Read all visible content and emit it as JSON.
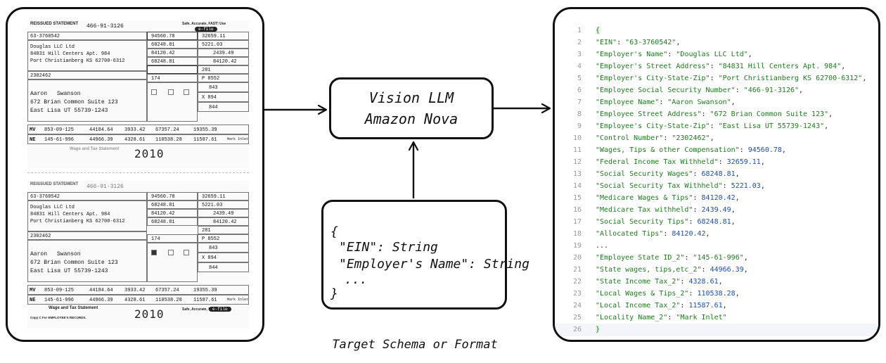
{
  "diagram": {
    "llm_box": {
      "line1": "Vision LLM",
      "line2": "Amazon Nova"
    },
    "schema_box": {
      "open": "{",
      "line1": "\"EIN\": String",
      "line2": "\"Employer's Name\": String",
      "line3": "...",
      "close": "}"
    },
    "caption": "Target Schema or Format"
  },
  "form": {
    "header_title": "REISSUED STATEMENT",
    "ssn": "466-91-3126",
    "ein": "63-3760542",
    "employer_name": "Douglas LLC Ltd",
    "employer_street": "84831 Hill Centers Apt. 984",
    "employer_city": "Port Christianberg KS 62700-6312",
    "control_number": "2302462",
    "employee_first": "Aaron",
    "employee_last": "Swanson",
    "employee_street": "672 Brian Common Suite 123",
    "employee_city": "East Lisa UT   55739-1243",
    "wages": "94560.78",
    "fed_tax": "32659.11",
    "ss_wages": "68248.81",
    "ss_tax": "5221.03",
    "medicare_wages": "84120.42",
    "medicare_tax": "2439.49",
    "ss_tips": "68248.81",
    "alloc_tips": "84120.42",
    "box9": "174",
    "box11": "281",
    "box12a": "P   8552",
    "box12b": "843",
    "box12c": "X   894",
    "box12d": "844",
    "state1": "MV",
    "state1_id": "853-09-125",
    "state1_wages": "44184.64",
    "state1_tax": "3933.42",
    "local1_wages": "67357.24",
    "local1_tax": "19355.39",
    "state2": "NE",
    "state2_id": "145-61-996",
    "state2_wages": "44966.39",
    "state2_tax": "4328.61",
    "local2_wages": "110538.28",
    "local2_tax": "11587.61",
    "locality": "Mark Inlet",
    "year": "2010",
    "form_name": "Wage and Tax Statement",
    "copy_note": "Copy C For EMPLOYEE'S RECORDS.",
    "safe": "Safe, Accurate, FAST! Use",
    "efile": "e-file"
  },
  "code": {
    "lines": [
      {
        "n": "1",
        "parts": [
          {
            "t": "{",
            "c": "br"
          }
        ]
      },
      {
        "n": "2",
        "parts": [
          {
            "t": "  \"EIN\"",
            "c": "k"
          },
          {
            "t": ": ",
            "c": "p"
          },
          {
            "t": "\"63-3760542\"",
            "c": "s"
          },
          {
            "t": ",",
            "c": "p"
          }
        ]
      },
      {
        "n": "3",
        "parts": [
          {
            "t": "  \"Employer's Name\"",
            "c": "k"
          },
          {
            "t": ": ",
            "c": "p"
          },
          {
            "t": "\"Douglas LLC Ltd\"",
            "c": "s"
          },
          {
            "t": ",",
            "c": "p"
          }
        ]
      },
      {
        "n": "4",
        "parts": [
          {
            "t": "  \"Employer's Street Address\"",
            "c": "k"
          },
          {
            "t": ": ",
            "c": "p"
          },
          {
            "t": "\"84831 Hill Centers Apt. 984\"",
            "c": "s"
          },
          {
            "t": ",",
            "c": "p"
          }
        ]
      },
      {
        "n": "5",
        "parts": [
          {
            "t": "  \"Employer's City-State-Zip\"",
            "c": "k"
          },
          {
            "t": ": ",
            "c": "p"
          },
          {
            "t": "\"Port Christianberg KS 62700-6312\"",
            "c": "s"
          },
          {
            "t": ",",
            "c": "p"
          }
        ]
      },
      {
        "n": "6",
        "parts": [
          {
            "t": "  \"Employee Social Security Number\"",
            "c": "k"
          },
          {
            "t": ": ",
            "c": "p"
          },
          {
            "t": "\"466-91-3126\"",
            "c": "s"
          },
          {
            "t": ",",
            "c": "p"
          }
        ]
      },
      {
        "n": "7",
        "parts": [
          {
            "t": "  \"Employee Name\"",
            "c": "k"
          },
          {
            "t": ": ",
            "c": "p"
          },
          {
            "t": "\"Aaron Swanson\"",
            "c": "s"
          },
          {
            "t": ",",
            "c": "p"
          }
        ]
      },
      {
        "n": "8",
        "parts": [
          {
            "t": "  \"Employee Street Address\"",
            "c": "k"
          },
          {
            "t": ": ",
            "c": "p"
          },
          {
            "t": "\"672 Brian Common Suite 123\"",
            "c": "s"
          },
          {
            "t": ",",
            "c": "p"
          }
        ]
      },
      {
        "n": "9",
        "parts": [
          {
            "t": "  \"Employee's City-State-Zip\"",
            "c": "k"
          },
          {
            "t": ": ",
            "c": "p"
          },
          {
            "t": "\"East Lisa UT 55739-1243\"",
            "c": "s"
          },
          {
            "t": ",",
            "c": "p"
          }
        ]
      },
      {
        "n": "10",
        "parts": [
          {
            "t": "  \"Control Number\"",
            "c": "k"
          },
          {
            "t": ": ",
            "c": "p"
          },
          {
            "t": "\"2302462\"",
            "c": "s"
          },
          {
            "t": ",",
            "c": "p"
          }
        ]
      },
      {
        "n": "11",
        "parts": [
          {
            "t": "  \"Wages, Tips & other Compensation\"",
            "c": "k"
          },
          {
            "t": ": ",
            "c": "p"
          },
          {
            "t": "94560.78",
            "c": "n"
          },
          {
            "t": ",",
            "c": "p"
          }
        ]
      },
      {
        "n": "12",
        "parts": [
          {
            "t": "  \"Federal Income Tax Withheld\"",
            "c": "k"
          },
          {
            "t": ": ",
            "c": "p"
          },
          {
            "t": "32659.11",
            "c": "n"
          },
          {
            "t": ",",
            "c": "p"
          }
        ]
      },
      {
        "n": "13",
        "parts": [
          {
            "t": "  \"Social Security Wages\"",
            "c": "k"
          },
          {
            "t": ": ",
            "c": "p"
          },
          {
            "t": "68248.81",
            "c": "n"
          },
          {
            "t": ",",
            "c": "p"
          }
        ]
      },
      {
        "n": "14",
        "parts": [
          {
            "t": "  \"Social Security Tax Withheld\"",
            "c": "k"
          },
          {
            "t": ": ",
            "c": "p"
          },
          {
            "t": "5221.03",
            "c": "n"
          },
          {
            "t": ",",
            "c": "p"
          }
        ]
      },
      {
        "n": "15",
        "parts": [
          {
            "t": "  \"Medicare Wages & Tips\"",
            "c": "k"
          },
          {
            "t": ": ",
            "c": "p"
          },
          {
            "t": "84120.42",
            "c": "n"
          },
          {
            "t": ",",
            "c": "p"
          }
        ]
      },
      {
        "n": "16",
        "parts": [
          {
            "t": "  \"Medicare Tax withheld\"",
            "c": "k"
          },
          {
            "t": ": ",
            "c": "p"
          },
          {
            "t": "2439.49",
            "c": "n"
          },
          {
            "t": ",",
            "c": "p"
          }
        ]
      },
      {
        "n": "17",
        "parts": [
          {
            "t": "  \"Social Security Tips\"",
            "c": "k"
          },
          {
            "t": ": ",
            "c": "p"
          },
          {
            "t": "68248.81",
            "c": "n"
          },
          {
            "t": ",",
            "c": "p"
          }
        ]
      },
      {
        "n": "18",
        "parts": [
          {
            "t": "  \"Allocated Tips\"",
            "c": "k"
          },
          {
            "t": ": ",
            "c": "p"
          },
          {
            "t": "84120.42",
            "c": "n"
          },
          {
            "t": ",",
            "c": "p"
          }
        ]
      },
      {
        "n": "19",
        "parts": [
          {
            "t": "  ...",
            "c": "p"
          }
        ]
      },
      {
        "n": "20",
        "parts": [
          {
            "t": "  \"Employee State ID_2\"",
            "c": "k"
          },
          {
            "t": ": ",
            "c": "p"
          },
          {
            "t": "\"145-61-996\"",
            "c": "s"
          },
          {
            "t": ",",
            "c": "p"
          }
        ]
      },
      {
        "n": "21",
        "parts": [
          {
            "t": "  \"State wages, tips,etc_2\"",
            "c": "k"
          },
          {
            "t": ": ",
            "c": "p"
          },
          {
            "t": "44966.39",
            "c": "n"
          },
          {
            "t": ",",
            "c": "p"
          }
        ]
      },
      {
        "n": "22",
        "parts": [
          {
            "t": "  \"State Income Tax_2\"",
            "c": "k"
          },
          {
            "t": ": ",
            "c": "p"
          },
          {
            "t": "4328.61",
            "c": "n"
          },
          {
            "t": ",",
            "c": "p"
          }
        ]
      },
      {
        "n": "23",
        "parts": [
          {
            "t": "  \"Local Wages & Tips_2\"",
            "c": "k"
          },
          {
            "t": ": ",
            "c": "p"
          },
          {
            "t": "110538.28",
            "c": "n"
          },
          {
            "t": ",",
            "c": "p"
          }
        ]
      },
      {
        "n": "24",
        "parts": [
          {
            "t": "  \"Local Income Tax_2\"",
            "c": "k"
          },
          {
            "t": ": ",
            "c": "p"
          },
          {
            "t": "11587.61",
            "c": "n"
          },
          {
            "t": ",",
            "c": "p"
          }
        ]
      },
      {
        "n": "25",
        "parts": [
          {
            "t": "  \"Locality Name_2\"",
            "c": "k"
          },
          {
            "t": ": ",
            "c": "p"
          },
          {
            "t": "\"Mark Inlet\"",
            "c": "s"
          }
        ]
      },
      {
        "n": "26",
        "parts": [
          {
            "t": "}",
            "c": "br"
          }
        ]
      }
    ]
  }
}
